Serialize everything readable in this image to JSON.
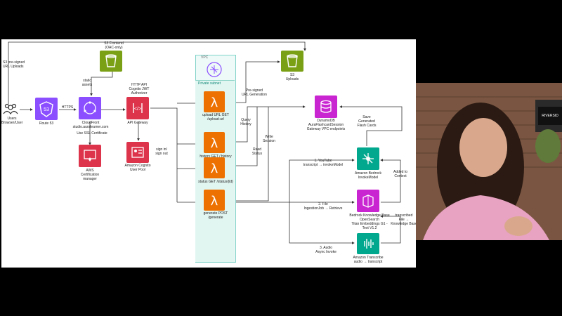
{
  "diagram": {
    "users": "Users\nBrowser/User",
    "route53": "Route 53",
    "https": "HTTPS",
    "s3_presigned_uploads": "S3 pre-signed\nURL Uploads",
    "s3_frontend": "S3 Frontend\n(OAC-only)",
    "static_assets": "static\nassets",
    "cloudfront": "CloudFront\nstudio.auralearner.com",
    "use_ssl": "Use SSL Certificate",
    "acm": "AWS\nCertification\nmanager",
    "api_gateway_top": "HTTP API\nCognito JWT\nAuthorizer",
    "api_gateway": "API Gateway",
    "cognito": "Amazon Cognito\nUser Pool",
    "sign_in": "sign in/\nsign out",
    "vpc": "VPC",
    "private_subnet": "Private subnet",
    "lambda_upload": "upload URL GET\n/upload-url",
    "lambda_history": "history GET / history",
    "lambda_status": "status GET /status/{id}",
    "lambda_generate": "generate POST\n/generate",
    "s3_uploads": "S3\nUploads",
    "presigned_gen": "Pre-signed\nURL Generation",
    "query_history": "Query\nHistory",
    "read_status": "Read\nStatus",
    "write_session": "Write\nSession",
    "dynamodb": "DynamoDB\nAuraFlashcardSession\nGateway VPC endpoints",
    "save_cards": "Save\nGenerated\nFlash Cards",
    "youtube": "1. YouTube\ntranscript → invokeModel",
    "bedrock": "Amazon Bedrock\nInvokeModel",
    "added_context": "Added to\nContext",
    "file": "2. File\nIngestionJob → Retrieve",
    "kb": "Bedrock Knowledge Base\nOpenSearch\nTitan Embeddings G1 -\nText V1.2",
    "transcribed": "transcribed\nFile →\nKnowledge Base",
    "audio": "3. Audio\nAsync Invoke",
    "transcribe": "Amazon Transcribe\naudio → transcript"
  },
  "webcam": {
    "sign": "RIVERSID"
  },
  "colors": {
    "route53": "#8c4fff",
    "cloudfront": "#8c4fff",
    "security": "#dd344c",
    "s3": "#7aa116",
    "lambda": "#ed7100",
    "dynamodb": "#c925d1",
    "ml": "#01a88d"
  },
  "icons": [
    "users-icon",
    "route53-icon",
    "s3-icon",
    "cloudfront-icon",
    "acm-icon",
    "api-gateway-icon",
    "cognito-icon",
    "vpc-icon",
    "lambda-icon",
    "dynamodb-icon",
    "bedrock-icon",
    "knowledge-base-icon",
    "transcribe-icon"
  ]
}
